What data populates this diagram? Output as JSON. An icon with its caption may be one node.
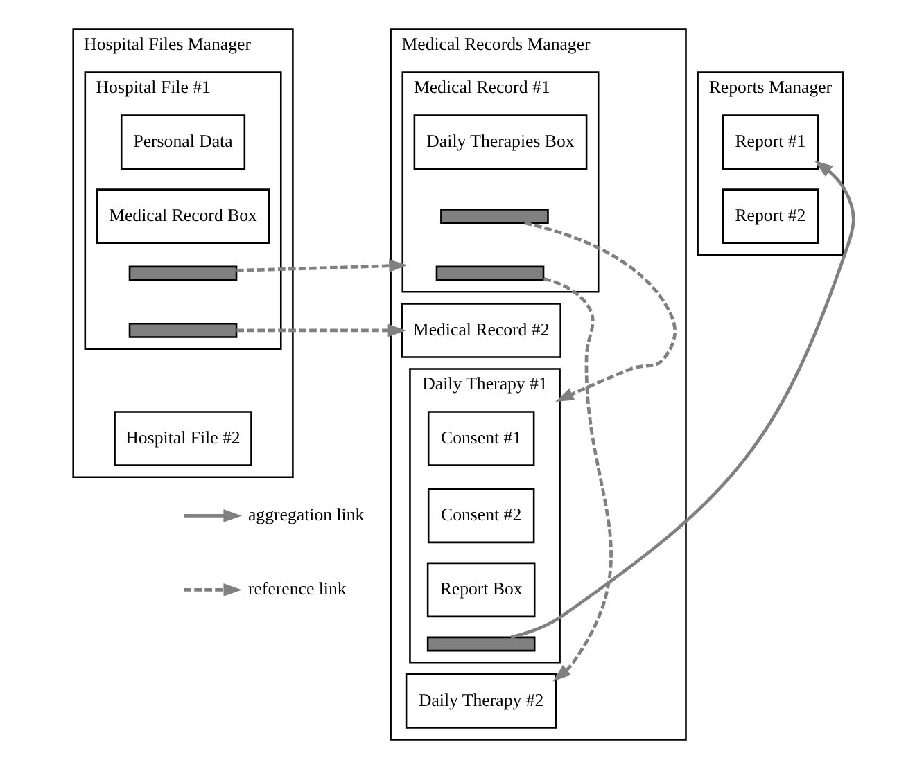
{
  "diagram": {
    "nodes": [
      {
        "text": [
          "Hospital Files Manager"
        ]
      },
      {
        "text": [
          "Hospital File #1"
        ],
        "in": 0
      },
      {
        "text": [
          "Personal Data"
        ],
        "in": 1
      },
      {
        "text": [
          "Medical Record Box"
        ],
        "in": 1
      },
      {
        "text": [],
        "shape": "bar",
        "in": 1
      },
      {
        "text": [],
        "shape": "bar",
        "in": 1
      },
      {
        "text": [
          "Hospital File #2"
        ],
        "in": 0
      },
      {
        "text": [
          "Medical Records Manager"
        ]
      },
      {
        "text": [
          "Medical Record #1"
        ],
        "in": 7
      },
      {
        "text": [
          "Daily Therapies Box"
        ],
        "in": 8
      },
      {
        "text": [],
        "shape": "bar",
        "in": 8
      },
      {
        "text": [],
        "shape": "bar",
        "in": 8
      },
      {
        "text": [
          "Medical Record #2"
        ],
        "in": 7
      },
      {
        "text": [
          "Daily Therapy #1"
        ],
        "in": 7
      },
      {
        "text": [
          "Consent #1"
        ],
        "in": 13
      },
      {
        "text": [
          "Consent #2"
        ],
        "in": 13
      },
      {
        "text": [
          "Report Box"
        ],
        "in": 13
      },
      {
        "text": [],
        "shape": "bar",
        "in": 13
      },
      {
        "text": [
          "Daily Therapy #2"
        ],
        "in": 7
      },
      {
        "text": [
          "Reports Manager"
        ]
      },
      {
        "text": [
          "Report #1"
        ],
        "in": 19
      },
      {
        "text": [
          "Report #2"
        ],
        "in": 19
      }
    ],
    "edges": [
      {
        "from": 4,
        "to": 8,
        "arrow": "to",
        "style": "dashed"
      },
      {
        "from": 5,
        "to": 12,
        "arrow": "to",
        "style": "dashed"
      },
      {
        "from": 10,
        "to": 13,
        "arrow": "to",
        "style": "dashed"
      },
      {
        "from": 11,
        "to": 18,
        "arrow": "to",
        "style": "dashed"
      },
      {
        "from": 17,
        "to": 20,
        "arrow": "to"
      }
    ],
    "legend": [
      {
        "text": "aggregation link"
      },
      {
        "text": "reference link"
      }
    ]
  }
}
